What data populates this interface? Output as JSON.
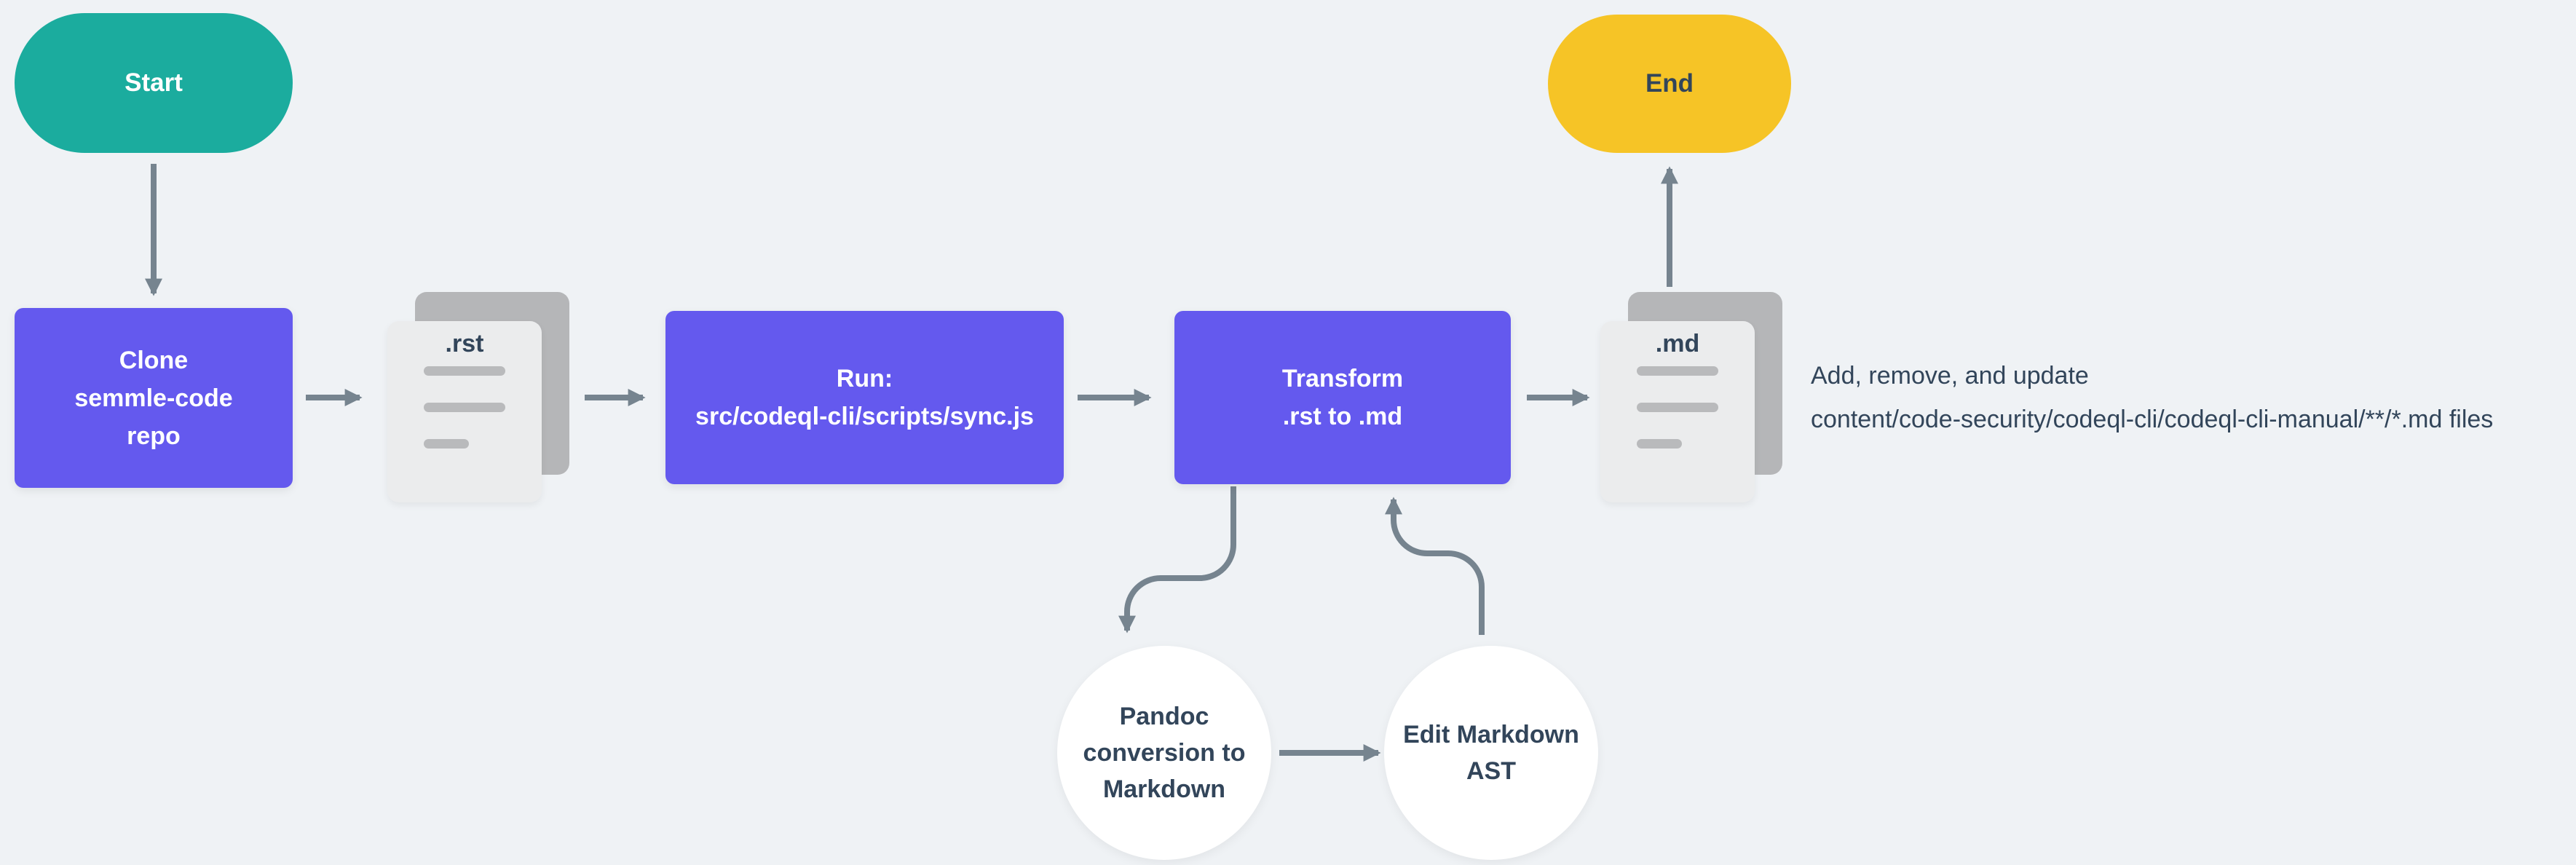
{
  "colors": {
    "background": "#EFF2F5",
    "teal": "#1BAC9E",
    "purple": "#6459EE",
    "yellow": "#F6C426",
    "arrow": "#76848F",
    "dark_text": "#32455A",
    "doc_back": "#B5B6B8",
    "doc_front": "#EBECED",
    "doc_bar": "#B9BABC"
  },
  "nodes": {
    "start": {
      "label": "Start"
    },
    "clone": {
      "lines": [
        "Clone",
        "semmle-code",
        "repo"
      ]
    },
    "rst_doc": {
      "label": ".rst"
    },
    "run": {
      "lines": [
        "Run:",
        "src/codeql-cli/scripts/sync.js"
      ]
    },
    "transform": {
      "lines": [
        "Transform",
        ".rst to .md"
      ]
    },
    "md_doc": {
      "label": ".md"
    },
    "end": {
      "label": "End"
    },
    "pandoc": {
      "lines": [
        "Pandoc",
        "conversion to",
        "Markdown"
      ]
    },
    "edit_ast": {
      "lines": [
        "Edit Markdown",
        "AST"
      ]
    }
  },
  "annotation": {
    "lines": [
      "Add, remove, and update",
      "content/code-security/codeql-cli/codeql-cli-manual/**/*.md files"
    ]
  }
}
